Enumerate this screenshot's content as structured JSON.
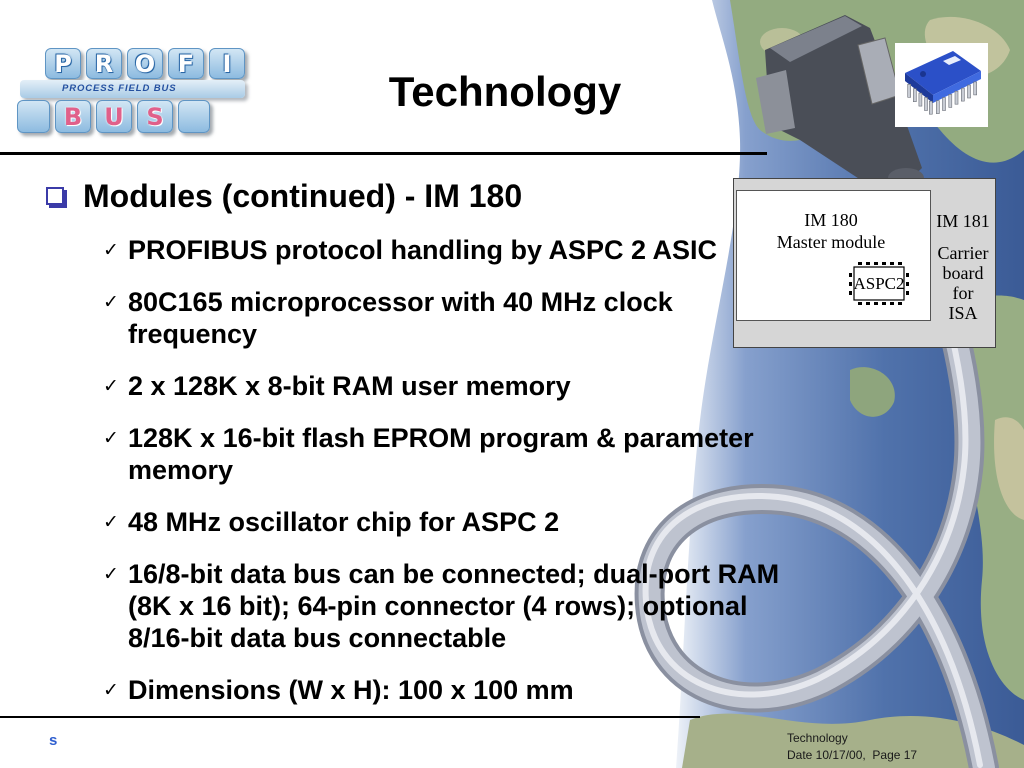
{
  "slide": {
    "title": "Technology",
    "heading": "Modules (continued) - IM 180",
    "check_glyph": "✓",
    "items": [
      {
        "lines": [
          "PROFIBUS protocol handling by ASPC 2 ASIC"
        ]
      },
      {
        "lines": [
          "80C165 microprocessor with 40 MHz clock",
          "frequency"
        ]
      },
      {
        "lines": [
          "2 x 128K x 8-bit RAM user memory"
        ]
      },
      {
        "lines": [
          "128K x 16-bit flash EPROM program & parameter",
          "memory"
        ]
      },
      {
        "lines": [
          "48 MHz oscillator chip for ASPC 2"
        ]
      },
      {
        "lines": [
          "16/8-bit data bus can be connected; dual-port RAM",
          "(8K x 16 bit); 64-pin connector (4 rows); optional",
          "8/16-bit data bus connectable"
        ]
      },
      {
        "lines": [
          "Dimensions (W x H): 100 x 100 mm"
        ]
      }
    ]
  },
  "logo": {
    "top_letters": [
      "P",
      "R",
      "O",
      "F",
      "I"
    ],
    "tagline": "PROCESS FIELD BUS",
    "bottom_letters": [
      "B",
      "U",
      "S"
    ]
  },
  "diagram": {
    "im180_title": "IM 180",
    "im180_subtitle": "Master module",
    "chip_label": "ASPC2",
    "im181_title": "IM 181",
    "im181_lines": [
      "Carrier",
      "board",
      "for",
      "ISA"
    ]
  },
  "footer": {
    "logo_letter": "s",
    "section": "Technology",
    "date_page": "Date 10/17/00,  Page 17"
  },
  "icons": {
    "heading_bullet": "square-bullet-icon",
    "item_bullet": "check-icon",
    "chip_picture": "ic-chip-icon",
    "connector": "sub-d-connector-icon"
  },
  "colors": {
    "title": "#000000",
    "bullet": "#3b3ba8",
    "footer_logo": "#2f5fcf",
    "diagram": "#d6d6d6",
    "logo_tile": "#8dbbe0",
    "logo_bus": "#e0608a",
    "logo_tagline": "#2450a0"
  }
}
